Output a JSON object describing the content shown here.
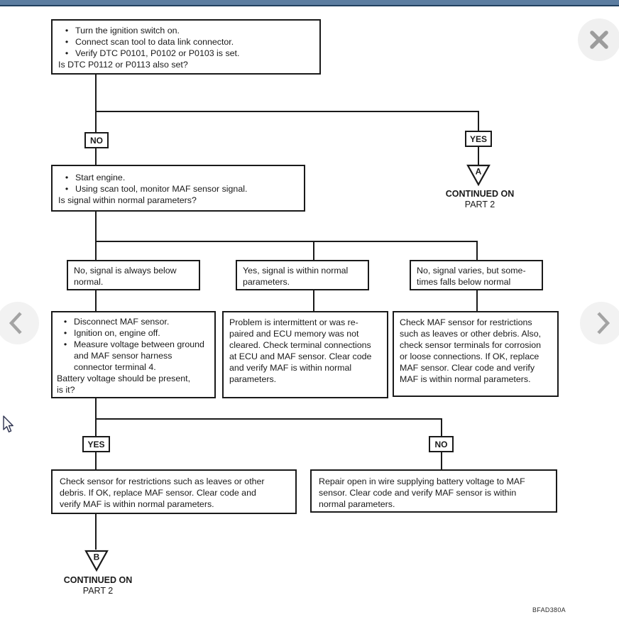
{
  "viewer": {
    "icons": {
      "close": "x-mark",
      "previous": "chevron-left",
      "next": "chevron-right",
      "pointer": "arrow-pointer"
    }
  },
  "flowchart": {
    "bullet_char": "•",
    "step1": {
      "bullets": [
        "Turn the ignition switch on.",
        "Connect scan tool to data link connector.",
        "Verify DTC P0101, P0102 or P0103 is set."
      ],
      "question": "Is DTC P0112 or P0113 also set?"
    },
    "branch1": {
      "no_label": "NO",
      "yes_label": "YES"
    },
    "connector_a": {
      "letter": "A",
      "caption_line1": "CONTINUED ON",
      "caption_line2": "PART 2"
    },
    "step2": {
      "bullets": [
        "Start engine.",
        "Using scan tool, monitor MAF sensor signal."
      ],
      "question": "Is signal within normal parameters?"
    },
    "cond_left": {
      "text": "No, signal is always below\nnormal."
    },
    "cond_mid": {
      "text": "Yes, signal is within normal\nparameters."
    },
    "cond_right": {
      "text": "No, signal varies, but some-\ntimes falls below normal"
    },
    "action_left": {
      "bullets": [
        "Disconnect MAF sensor.",
        "Ignition on, engine off.",
        "Measure voltage between ground\nand MAF sensor harness\nconnector terminal 4."
      ],
      "question": "Battery voltage should be present,\nis it?"
    },
    "action_mid": {
      "text": "Problem is intermittent or was re-\npaired and ECU memory was not\ncleared. Check terminal connections\nat ECU and MAF sensor. Clear code\nand verify MAF is within normal\nparameters."
    },
    "action_right": {
      "text": "Check MAF sensor for restrictions\nsuch as leaves or other debris. Also,\ncheck sensor terminals for corrosion\nor loose connections. If OK, replace\nMAF sensor. Clear code and verify\nMAF is within normal parameters."
    },
    "branch2": {
      "yes_label": "YES",
      "no_label": "NO"
    },
    "result_yes": {
      "text": "Check sensor for restrictions such as leaves or other\ndebris. If OK, replace MAF sensor. Clear code and\nverify MAF is within normal parameters."
    },
    "result_no": {
      "text": "Repair open in wire supplying battery voltage to MAF\nsensor. Clear code and verify MAF sensor is within\nnormal parameters."
    },
    "connector_b": {
      "letter": "B",
      "caption_line1": "CONTINUED ON",
      "caption_line2": "PART 2"
    },
    "figure_code": "BFAD380A"
  }
}
